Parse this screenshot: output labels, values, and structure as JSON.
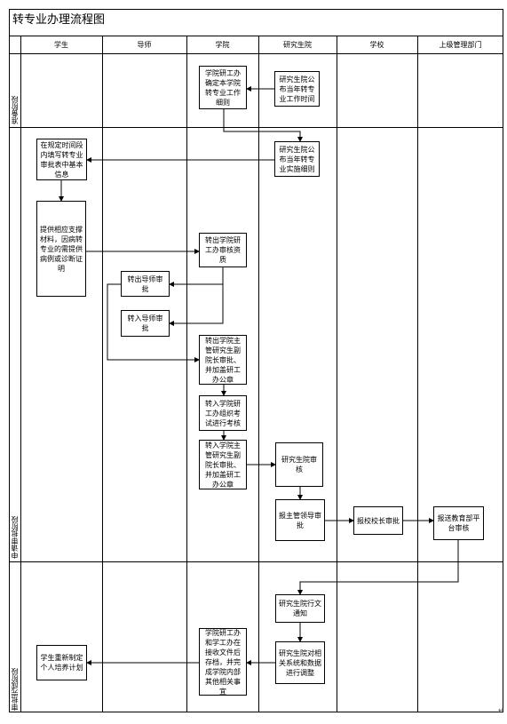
{
  "title": "转专业办理流程图",
  "columns": [
    "学生",
    "导师",
    "学院",
    "研究生院",
    "学校",
    "上级管理部门"
  ],
  "stages": [
    "准备阶段",
    "申请审批阶段",
    "审批完成阶段"
  ],
  "boxes": {
    "college_office_rules": "学院研工办确定本学院转专业工作细则",
    "grad_publish_time": "研究生院公布当年转专业工作时间",
    "grad_publish_rules": "研究生院公布当年转专业实施细则",
    "student_fill_form": "在规定时间段内填写转专业审批表中基本信息",
    "student_materials": "提供相应支撑材料，因病转专业的需提供病例或诊断证明",
    "out_college_review": "转出学院研工办审核资质",
    "out_advisor": "转出导师审批",
    "in_advisor": "转入导师审批",
    "out_college_dean": "转出学院主管研究生副院长审批、并加盖研工办公章",
    "in_college_exam": "转入学院研工办组织考试进行考核",
    "in_college_dean": "转入学院主管研究生副院长审批、并加盖研工办公章",
    "grad_review": "研究生院审核",
    "grad_leader": "报主管领导审批",
    "school_president": "报校校长审批",
    "ministry_review": "报送教育部平台审核",
    "grad_notice": "研究生院行文通知",
    "grad_adjust": "研究生院对相关系统和数据进行调整",
    "college_archive": "学院研工办和学工办在接收文件后存档，并完成学院内部其他相关事宜",
    "student_replan": "学生重新制定个人培养计划"
  },
  "trailing_mark": "↵"
}
